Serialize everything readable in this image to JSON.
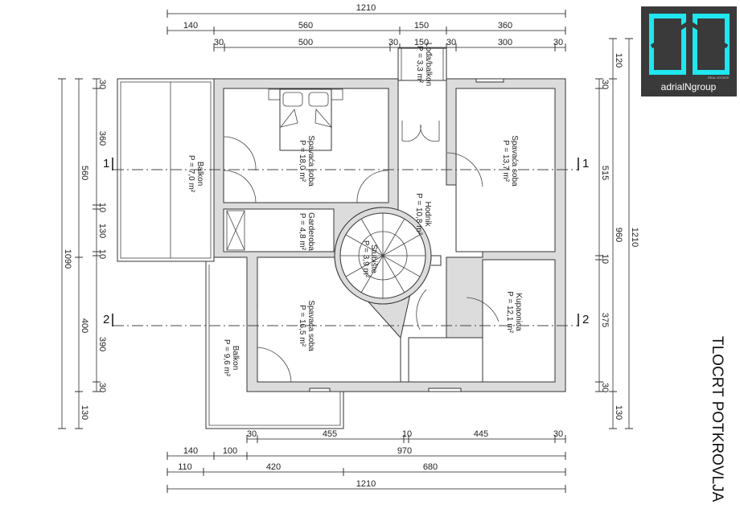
{
  "title": "TLOCRT POTKROVLJA",
  "logo": {
    "brand": "adrialNgroup",
    "tagline": "REAL ESTATE",
    "bg": "#3a3a3a",
    "accent": "#1fe6ef"
  },
  "sections": [
    "1",
    "2"
  ],
  "rooms": [
    {
      "name": "Balkon",
      "area": "P = 7,0 m²"
    },
    {
      "name": "Spavaća soba",
      "area": "P = 18,0 m²"
    },
    {
      "name": "Garderoba",
      "area": "P = 4,8 m²"
    },
    {
      "name": "Lođa/balkon",
      "area": "P = 3,3 m²"
    },
    {
      "name": "Hodnik",
      "area": "P = 10,8 m²"
    },
    {
      "name": "Stubište",
      "area": "P = 3,9 m²"
    },
    {
      "name": "Spavaća soba",
      "area": "P = 13,7 m²"
    },
    {
      "name": "Kupaonica",
      "area": "P = 12,1 m²"
    },
    {
      "name": "Spavaća soba",
      "area": "P = 16,5 m²"
    },
    {
      "name": "Balkon",
      "area": "P = 9,6 m²"
    }
  ],
  "dimensions": {
    "top": [
      [
        "1210"
      ],
      [
        "140",
        "560",
        "150",
        "360"
      ],
      [
        "30",
        "500",
        "30",
        "150",
        "30",
        "300",
        "30"
      ]
    ],
    "bottom": [
      [
        "30",
        "455",
        "10",
        "445",
        "30"
      ],
      [
        "140",
        "100",
        "970"
      ],
      [
        "110",
        "420",
        "680"
      ],
      [
        "1210"
      ]
    ],
    "left": [
      [
        "30",
        "360",
        "10",
        "130",
        "10",
        "390",
        "30"
      ],
      [
        "560",
        "400",
        "130"
      ],
      [
        "1090"
      ]
    ],
    "right": [
      [
        "30",
        "515",
        "10",
        "375",
        "30"
      ],
      [
        "120",
        "960",
        "130"
      ],
      [
        "1210"
      ]
    ]
  }
}
